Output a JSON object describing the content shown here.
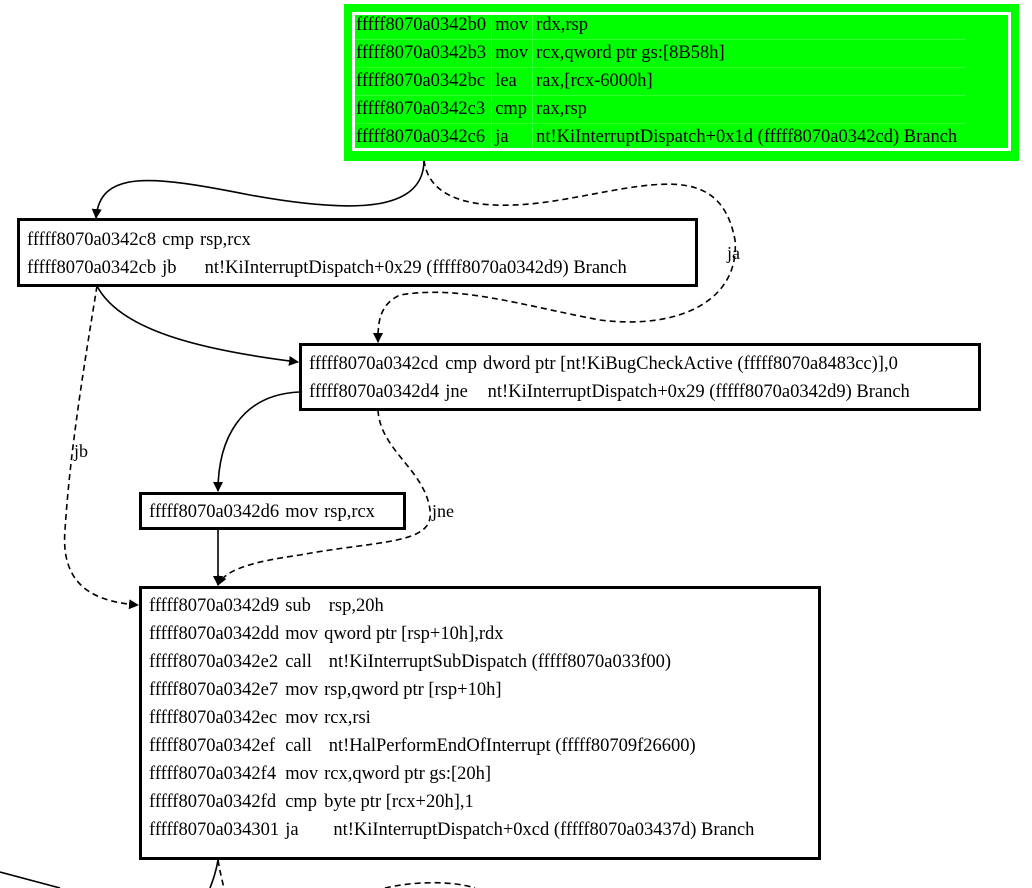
{
  "graph": {
    "colors": {
      "entry_fill": "#00ff00",
      "edge": "#000000",
      "node_border": "#000000"
    },
    "blocks": [
      {
        "id": "block-b0",
        "entry": true,
        "rows": [
          {
            "addr": "fffff8070a0342b0",
            "mnemonic": "mov",
            "operands": "rdx,rsp"
          },
          {
            "addr": "fffff8070a0342b3",
            "mnemonic": "mov",
            "operands": "rcx,qword ptr gs:[8B58h]"
          },
          {
            "addr": "fffff8070a0342bc",
            "mnemonic": "lea",
            "operands": "rax,[rcx-6000h]"
          },
          {
            "addr": "fffff8070a0342c3",
            "mnemonic": "cmp",
            "operands": "rax,rsp"
          },
          {
            "addr": "fffff8070a0342c6",
            "mnemonic": "ja",
            "operands": "nt!KiInterruptDispatch+0x1d (fffff8070a0342cd) Branch"
          }
        ]
      },
      {
        "id": "block-c8",
        "entry": false,
        "rows": [
          {
            "addr": "fffff8070a0342c8",
            "mnemonic": "cmp",
            "operands": "rsp,rcx"
          },
          {
            "addr": "fffff8070a0342cb",
            "mnemonic": "jb",
            "operands": " nt!KiInterruptDispatch+0x29 (fffff8070a0342d9) Branch"
          }
        ]
      },
      {
        "id": "block-cd",
        "entry": false,
        "rows": [
          {
            "addr": "fffff8070a0342cd",
            "mnemonic": "cmp",
            "operands": "dword ptr [nt!KiBugCheckActive (fffff8070a8483cc)],0"
          },
          {
            "addr": "fffff8070a0342d4",
            "mnemonic": "jne",
            "operands": " nt!KiInterruptDispatch+0x29 (fffff8070a0342d9) Branch"
          }
        ]
      },
      {
        "id": "block-d6",
        "entry": false,
        "rows": [
          {
            "addr": "fffff8070a0342d6",
            "mnemonic": "mov",
            "operands": "rsp,rcx"
          }
        ]
      },
      {
        "id": "block-d9",
        "entry": false,
        "rows": [
          {
            "addr": "fffff8070a0342d9",
            "mnemonic": "sub",
            "operands": " rsp,20h"
          },
          {
            "addr": "fffff8070a0342dd",
            "mnemonic": "mov",
            "operands": "qword ptr [rsp+10h],rdx"
          },
          {
            "addr": "fffff8070a0342e2",
            "mnemonic": "call",
            "operands": " nt!KiInterruptSubDispatch (fffff8070a033f00)"
          },
          {
            "addr": "fffff8070a0342e7",
            "mnemonic": "mov",
            "operands": "rsp,qword ptr [rsp+10h]"
          },
          {
            "addr": "fffff8070a0342ec",
            "mnemonic": "mov",
            "operands": "rcx,rsi"
          },
          {
            "addr": "fffff8070a0342ef",
            "mnemonic": "call",
            "operands": " nt!HalPerformEndOfInterrupt (fffff80709f26600)"
          },
          {
            "addr": "fffff8070a0342f4",
            "mnemonic": "mov",
            "operands": "rcx,qword ptr gs:[20h]"
          },
          {
            "addr": "fffff8070a0342fd",
            "mnemonic": "cmp",
            "operands": "byte ptr [rcx+20h],1"
          },
          {
            "addr": "fffff8070a034301",
            "mnemonic": "ja",
            "operands": "  nt!KiInterruptDispatch+0xcd (fffff8070a03437d) Branch"
          }
        ]
      }
    ],
    "edges": [
      {
        "from": "block-b0",
        "to": "block-c8",
        "style": "solid",
        "label": ""
      },
      {
        "from": "block-b0",
        "to": "block-cd",
        "style": "dashed",
        "label": "ja"
      },
      {
        "from": "block-c8",
        "to": "block-cd",
        "style": "solid",
        "label": ""
      },
      {
        "from": "block-c8",
        "to": "block-d9",
        "style": "dashed",
        "label": "jb"
      },
      {
        "from": "block-cd",
        "to": "block-d6",
        "style": "solid",
        "label": ""
      },
      {
        "from": "block-cd",
        "to": "block-d9",
        "style": "dashed",
        "label": "jne"
      },
      {
        "from": "block-d6",
        "to": "block-d9",
        "style": "solid",
        "label": ""
      }
    ]
  }
}
